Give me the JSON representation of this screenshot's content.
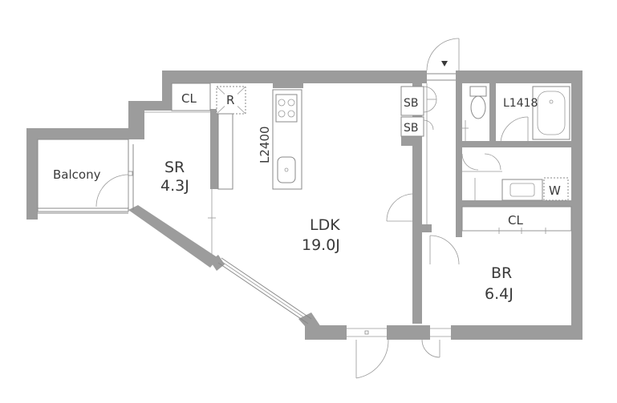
{
  "rooms": {
    "balcony": "Balcony",
    "sr_name": "SR",
    "sr_size": "4.3J",
    "ldk_name": "LDK",
    "ldk_size": "19.0J",
    "br_name": "BR",
    "br_size": "6.4J",
    "cl_top": "CL",
    "cl_br": "CL",
    "sb_1": "SB",
    "sb_2": "SB",
    "fridge": "R",
    "washer": "W",
    "kitchen_len": "L2400",
    "bath_len": "L1418"
  },
  "colors": {
    "wall": "#9c9c9c",
    "text": "#3a3a3a"
  },
  "icons": [
    "entrance-arrow-icon",
    "toilet-icon",
    "bathtub-icon",
    "sink-icon",
    "stove-icon",
    "washer-icon",
    "fridge-icon"
  ]
}
